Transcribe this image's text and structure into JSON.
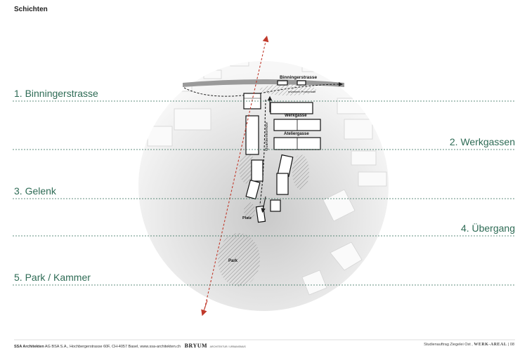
{
  "page_title": "Schichten",
  "layers": [
    {
      "label": "1. Binningerstrasse"
    },
    {
      "label": "2. Werkgassen"
    },
    {
      "label": "3. Gelenk"
    },
    {
      "label": "4. Übergang"
    },
    {
      "label": "5. Park / Kammer"
    }
  ],
  "map_labels": {
    "binningerstrasse": "Binningerstrasse",
    "promenade": "erweiterte Promenade",
    "werkgasse": "Werkgasse",
    "ateliergasse": "Ateliergasse",
    "quartierskorridor": "Quartierskorridor",
    "platz": "Platz",
    "park": "Park"
  },
  "footer": {
    "company": "SSA Architekten",
    "address": "AG BSA S.A., Hochbergerstrasse 60F, CH-4057 Basel, www.ssa-architekten.ch",
    "logo": "BRYUM",
    "logo_sub": "ARCHITEKTUR / URBANISMUS",
    "project": "Studienauftrag Ziegelei Ost ,",
    "project_name": "WERK-AREAL",
    "page": "| 08"
  },
  "colors": {
    "layer_line": "#2e6b55",
    "axis": "#c0392b"
  }
}
